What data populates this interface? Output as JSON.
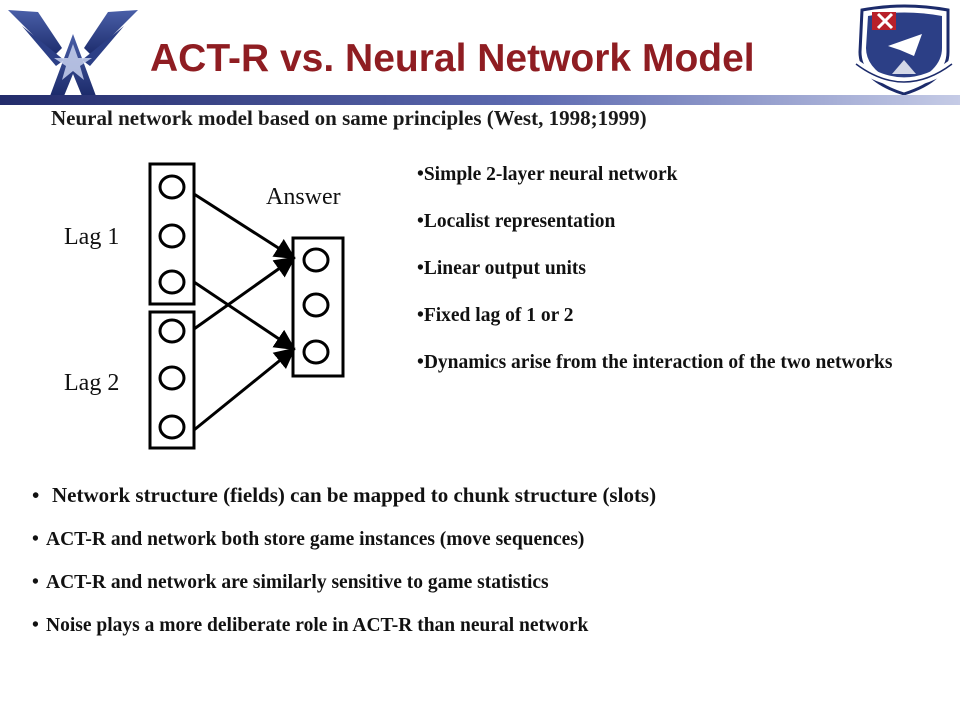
{
  "slide": {
    "title": "ACT-R vs. Neural Network Model",
    "subtitle": "Neural network model based on same principles (West, 1998;1999)",
    "logos": {
      "left": "air-force-wings-logo",
      "right": "afosr-shield-logo"
    },
    "colors": {
      "title": "#8f1d22",
      "rule_dark": "#232c6b",
      "rule_light": "#a9b1d6",
      "logo_blue": "#2c3f86"
    }
  },
  "diagram": {
    "labels": {
      "lag1": "Lag 1",
      "lag2": "Lag 2",
      "answer": "Answer"
    },
    "layers": {
      "lag1_units": 3,
      "lag2_units": 3,
      "answer_units": 3
    }
  },
  "right_bullets": [
    "Simple 2-layer neural network",
    "Localist representation",
    "Linear output units",
    "Fixed lag of 1 or 2",
    "Dynamics arise from the interaction of the two networks"
  ],
  "bottom_bullets": [
    "Network structure (fields) can be mapped to chunk structure (slots)",
    "ACT-R and network both store game instances (move sequences)",
    "ACT-R and network are similarly sensitive to game statistics",
    "Noise plays a more deliberate role in ACT-R than neural network"
  ]
}
